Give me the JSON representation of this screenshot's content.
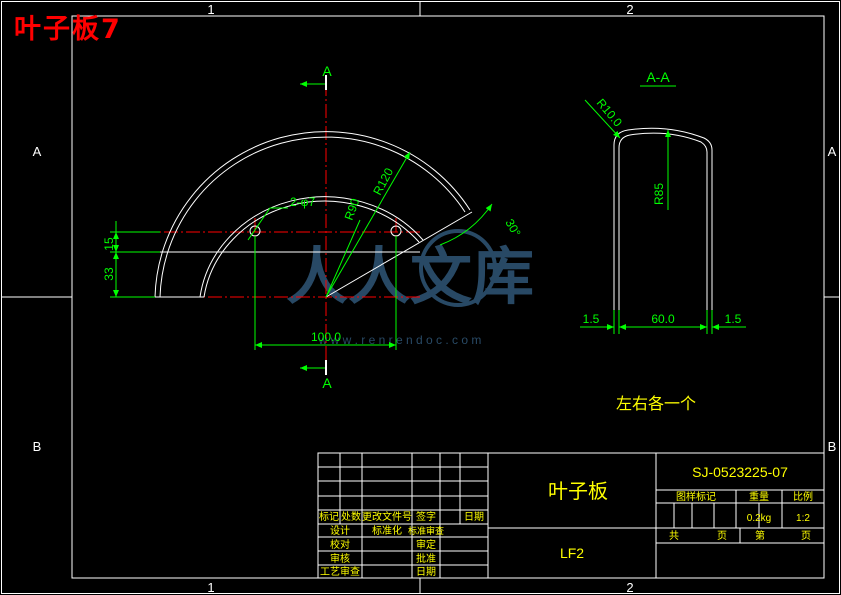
{
  "overlay_title": "叶子板7",
  "zones": {
    "top": [
      "1",
      "2"
    ],
    "bottom": [
      "1",
      "2"
    ],
    "left": [
      "A",
      "B"
    ],
    "right": [
      "A",
      "B"
    ]
  },
  "colors": {
    "frame": "#ffffff",
    "dim": "#00ff00",
    "center": "#ff0000",
    "dim_text": "#00ff00",
    "note_text": "#ffff00",
    "overlay": "#ff0000",
    "section": "#00ffff"
  },
  "section_marks": {
    "letter_top": "A",
    "letter_bottom": "A",
    "section_title": "A-A"
  },
  "front_view": {
    "dims": {
      "holes": "2-φ7",
      "r90": "R90",
      "r120": "R120",
      "angle": "30°",
      "h15": "15",
      "h33": "33",
      "w100": "100.0"
    }
  },
  "section_view": {
    "dims": {
      "r10": "R10.0",
      "r85": "R85",
      "left": "1.5",
      "mid": "60.0",
      "right": "1.5"
    }
  },
  "note": "左右各一个",
  "watermark": {
    "text": "人人文库",
    "url": "w w w . r e n r e n d o c . c o m"
  },
  "title_block": {
    "part_name": "叶子板",
    "material": "LF2",
    "drawing_no": "SJ-0523225-07",
    "header_labels": [
      "图样标记",
      "重量",
      "比例"
    ],
    "weight": "0.2kg",
    "scale": "1:2",
    "sheet_labels": [
      "共",
      "页",
      "第",
      "页"
    ],
    "rev_header": [
      "标记",
      "处数",
      "更改文件号",
      "签字",
      "日期"
    ],
    "sign_rows": [
      [
        "设计",
        "标准化",
        "标准审查"
      ],
      [
        "校对",
        "审定"
      ],
      [
        "审核",
        "批准"
      ],
      [
        "工艺审查",
        "日期"
      ]
    ]
  }
}
